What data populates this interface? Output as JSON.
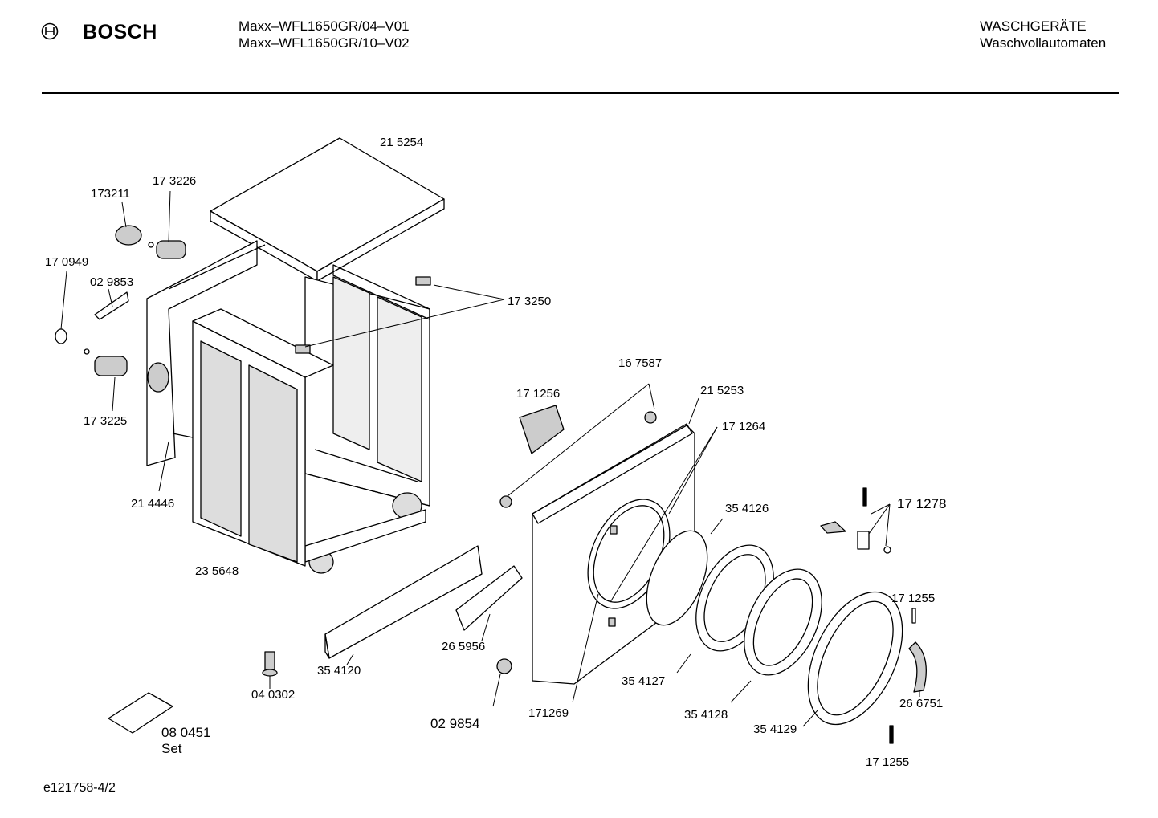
{
  "header": {
    "brand": "BOSCH",
    "model_line1": "Maxx–WFL1650GR/04–V01",
    "model_line2": "Maxx–WFL1650GR/10–V02",
    "category": "WASCHGERÄTE",
    "subcategory": "Waschvollautomaten"
  },
  "parts": {
    "p215254": "21 5254",
    "p173226": "17 3226",
    "p173211": "173211",
    "p170949": "17 0949",
    "p029853": "02 9853",
    "p173250": "17 3250",
    "p173225": "17 3225",
    "p214446": "21 4446",
    "p235648": "23 5648",
    "p167587": "16 7587",
    "p171256": "17 1256",
    "p215253": "21 5253",
    "p171264": "17 1264",
    "p354126": "35 4126",
    "p171278": "17 1278",
    "p171255a": "17 1255",
    "p265956": "26 5956",
    "p354120": "35 4120",
    "p040302": "04 0302",
    "p080451": "08 0451",
    "p080451_set": "Set",
    "p029854": "02 9854",
    "p171269": "171269",
    "p354127": "35 4127",
    "p354128": "35 4128",
    "p354129": "35 4129",
    "p266751": "26 6751",
    "p171255b": "17 1255"
  },
  "footer": {
    "drawing_id": "e121758-4/2"
  }
}
